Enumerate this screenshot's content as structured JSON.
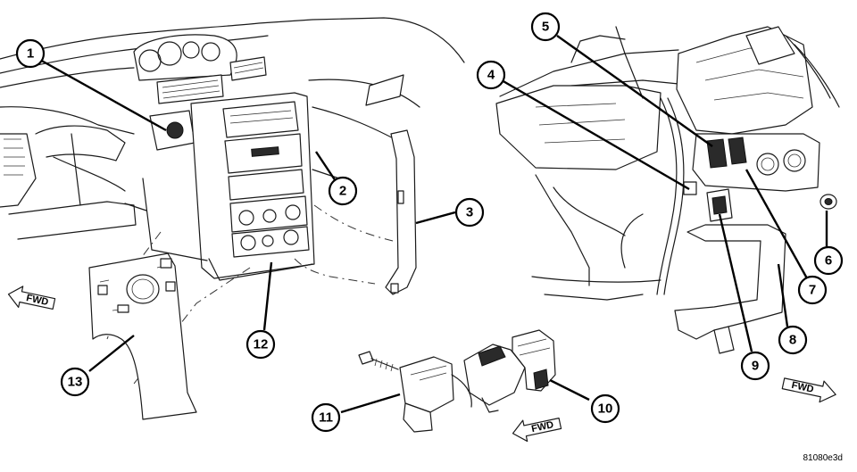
{
  "callouts": [
    {
      "label": "1"
    },
    {
      "label": "2"
    },
    {
      "label": "3"
    },
    {
      "label": "4"
    },
    {
      "label": "5"
    },
    {
      "label": "6"
    },
    {
      "label": "7"
    },
    {
      "label": "8"
    },
    {
      "label": "9"
    },
    {
      "label": "10"
    },
    {
      "label": "11"
    },
    {
      "label": "12"
    },
    {
      "label": "13"
    }
  ],
  "direction_arrows": [
    {
      "label": "FWD"
    },
    {
      "label": "FWD"
    },
    {
      "label": "FWD"
    }
  ],
  "figure_id": "81080e3d"
}
